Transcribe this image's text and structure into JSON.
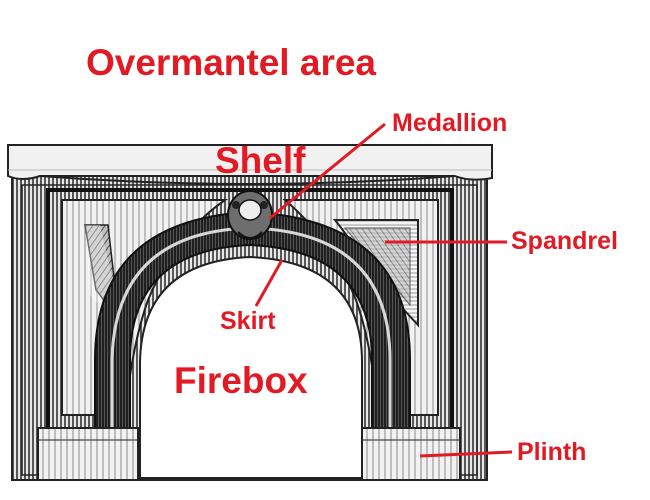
{
  "diagram": {
    "colors": {
      "label": "#e21a23",
      "leader_line": "#e21a23",
      "engraving_dark": "#2e2e2e",
      "engraving_mid": "#7a7a7a",
      "engraving_light": "#ececec",
      "background": "#ffffff"
    },
    "labels": {
      "overmantel": "Overmantel area",
      "shelf": "Shelf",
      "medallion": "Medallion",
      "spandrel": "Spandrel",
      "skirt": "Skirt",
      "firebox": "Firebox",
      "plinth": "Plinth"
    }
  }
}
